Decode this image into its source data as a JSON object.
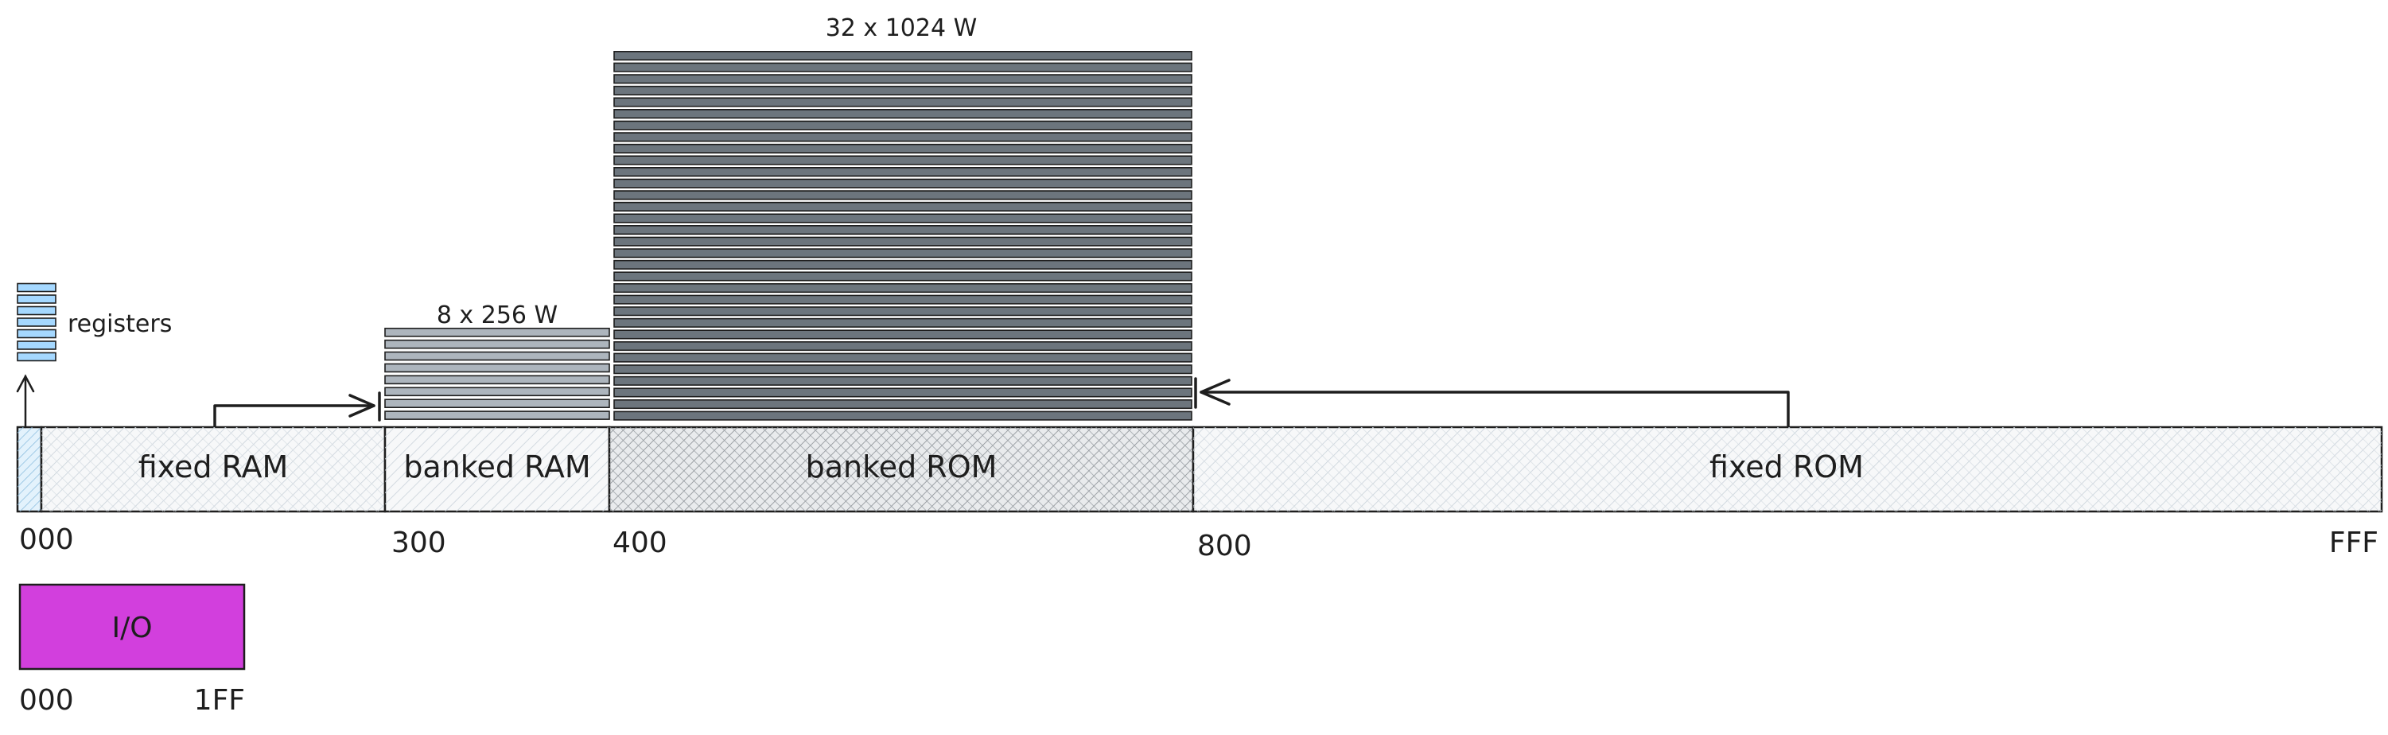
{
  "memory_map": {
    "labels": {
      "registers": "registers",
      "banked_ram_size": "8 x 256 W",
      "banked_rom_size": "32 x 1024 W"
    },
    "regions": [
      {
        "name": "fixed RAM"
      },
      {
        "name": "banked RAM"
      },
      {
        "name": "banked ROM"
      },
      {
        "name": "fixed ROM"
      }
    ],
    "addresses": [
      "000",
      "300",
      "400",
      "800",
      "FFF"
    ],
    "stack_counts": {
      "registers": 7,
      "banked_ram": 8,
      "banked_rom": 32
    }
  },
  "io_map": {
    "label": "I/O",
    "start": "000",
    "end": "1FF"
  },
  "colors": {
    "register_fill": "#a5d8ff",
    "bank_ram_fill": "#adb5bd",
    "bank_rom_fill": "#6c757d",
    "io_fill": "#d23fdd",
    "stroke": "#1e1e1e"
  }
}
